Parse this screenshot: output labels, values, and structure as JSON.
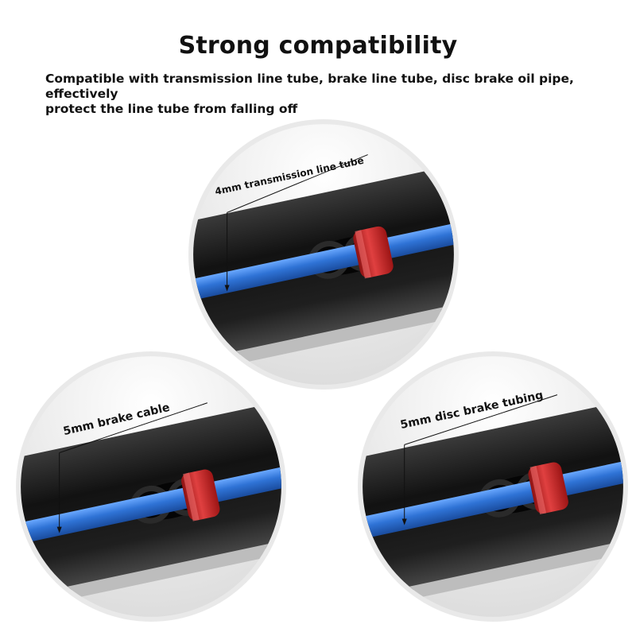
{
  "header": {
    "title": "Strong compatibility",
    "subtitle_line1": "Compatible with transmission line tube, brake line tube, disc brake oil pipe, effectively",
    "subtitle_line2": "protect the line tube from falling off"
  },
  "callouts": {
    "top": "4mm transmission line tube",
    "left": "5mm brake cable",
    "right": "5mm disc brake tubing"
  },
  "colors": {
    "tube_blue": "#2f73d6",
    "clip_red": "#d42a2a",
    "frame_dark": "#1b1b1b",
    "ring_gray": "#e6e6e6"
  }
}
